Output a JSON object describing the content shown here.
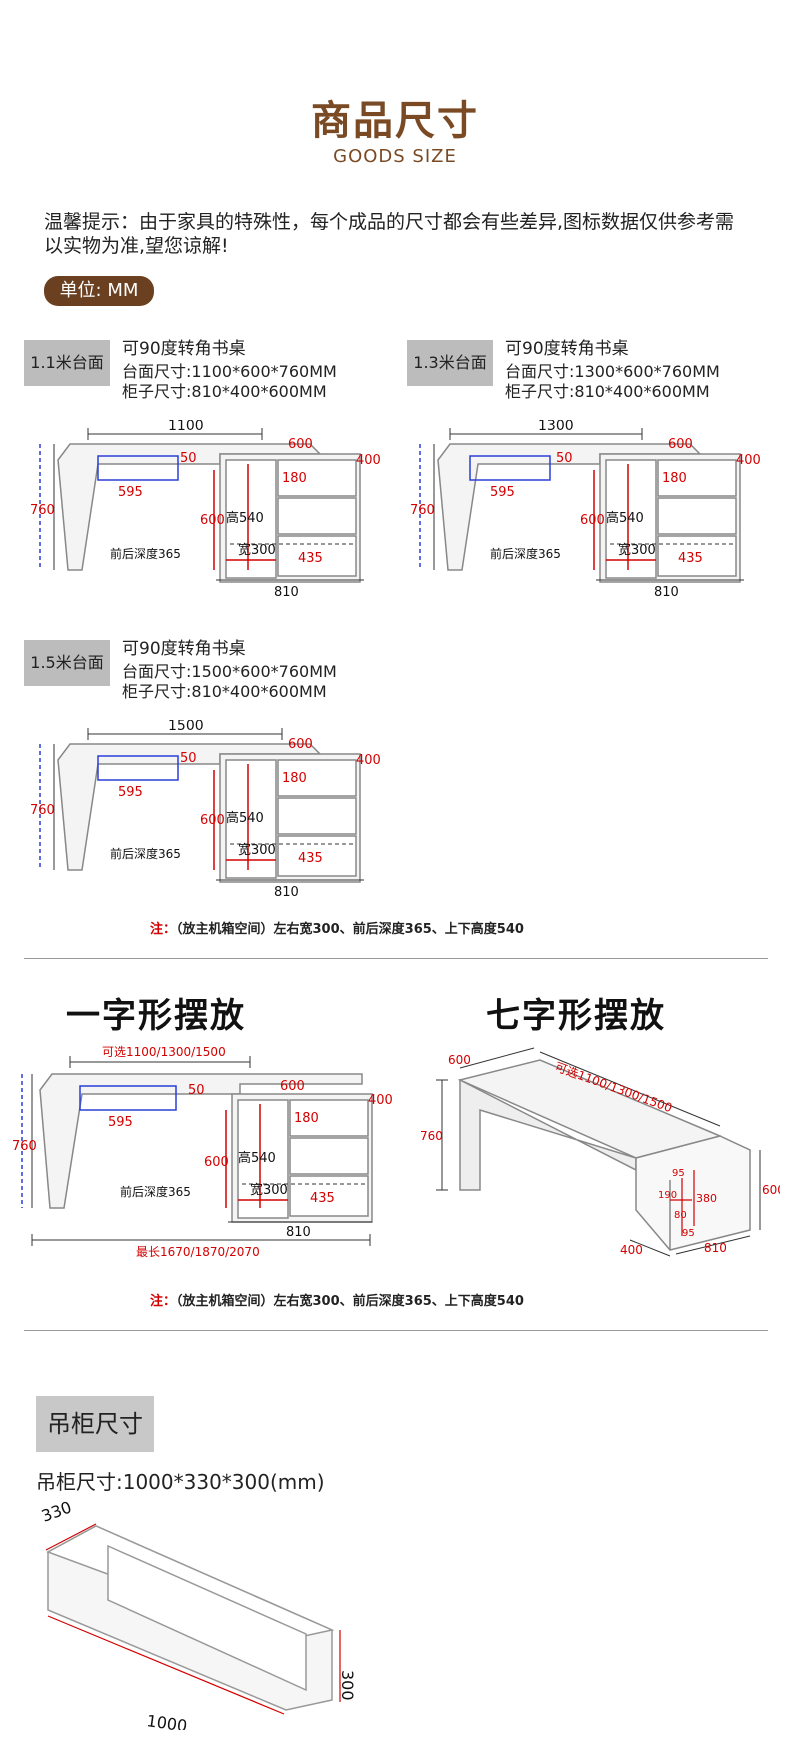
{
  "header": {
    "title": "商品尺寸",
    "subtitle": "GOODS SIZE"
  },
  "tip": "温馨提示：由于家具的特殊性，每个成品的尺寸都会有些差异,图标数据仅供参考需以实物为准,望您谅解!",
  "unit_badge": "单位: MM",
  "products": [
    {
      "tag": "1.1米台面",
      "name": "可90度转角书桌",
      "top": "台面尺寸:1100*600*760MM",
      "cab": "柜子尺寸:810*400*600MM",
      "width": "1100"
    },
    {
      "tag": "1.3米台面",
      "name": "可90度转角书桌",
      "top": "台面尺寸:1300*600*760MM",
      "cab": "柜子尺寸:810*400*600MM",
      "width": "1300"
    },
    {
      "tag": "1.5米台面",
      "name": "可90度转角书桌",
      "top": "台面尺寸:1500*600*760MM",
      "cab": "柜子尺寸:810*400*600MM",
      "width": "1500"
    }
  ],
  "dims": {
    "d600": "600",
    "d400": "400",
    "d50": "50",
    "d595": "595",
    "d760": "760",
    "d180": "180",
    "h540": "高540",
    "w300": "宽300",
    "d435": "435",
    "depth": "前后深度365",
    "d810": "810"
  },
  "note": {
    "prefix": "注：",
    "text": "（放主机箱空间）左右宽300、前后深度365、上下高度540"
  },
  "layout_titles": {
    "straight": "一字形摆放",
    "corner": "七字形摆放"
  },
  "straight": {
    "optional": "可选1100/1300/1500",
    "longest": "最长1670/1870/2070"
  },
  "corner": {
    "d600": "600",
    "optional": "可选1100/1300/1500",
    "d760": "760",
    "d600r": "600",
    "d95a": "95",
    "d190": "190",
    "d380": "380",
    "d80": "80",
    "d95b": "95",
    "d400": "400",
    "d810": "810"
  },
  "hanging": {
    "tag": "吊柜尺寸",
    "size": "吊柜尺寸:1000*330*300(mm)",
    "d330": "330",
    "d300": "300",
    "d1000": "1000"
  }
}
